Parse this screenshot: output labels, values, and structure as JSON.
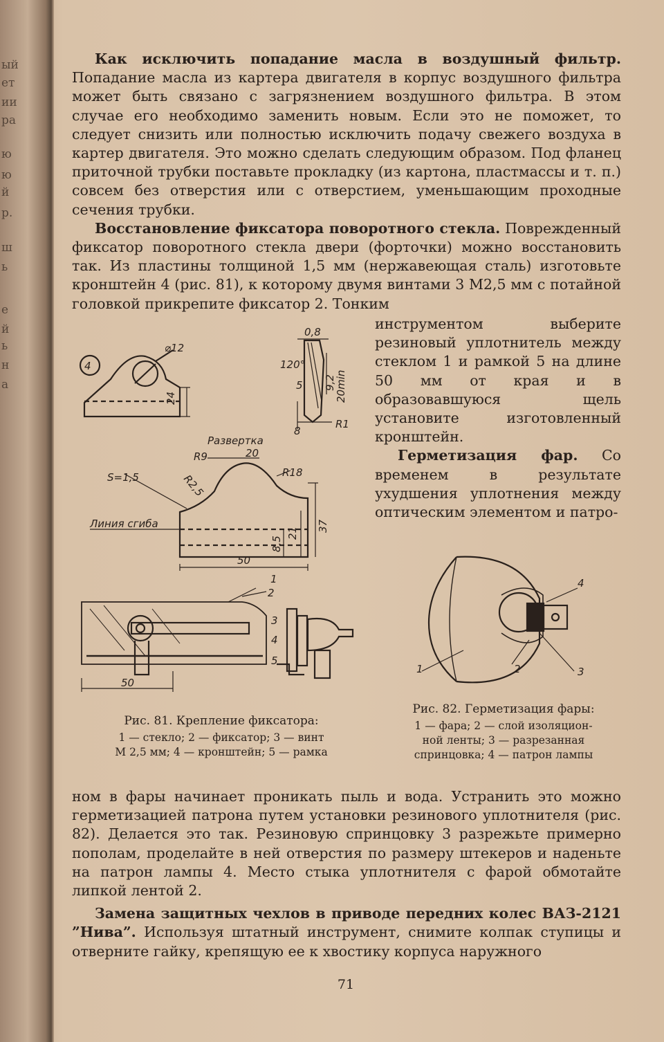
{
  "spine_fragments": [
    "ый",
    "ет",
    "ии",
    "ра",
    "ю",
    "ю",
    "й",
    "р.",
    "ш",
    "ь",
    "е",
    "й",
    "ь",
    "н",
    "а"
  ],
  "paragraphs_top": [
    {
      "bold": "Как исключить попадание масла в воздушный фильтр.",
      "text": " Попадание масла из картера двигателя в корпус воздушного фильтра может быть связано с загрязнением воздушного фильтра. В этом случае его необходимо заменить новым. Если это не поможет, то следует снизить или полностью исключить подачу свежего воздуха в картер двигателя. Это можно сделать следующим образом. Под фланец приточной трубки поставьте прокладку (из картона, пластмассы и т. п.) совсем без отверстия или с отверстием, уменьшающим проходные сечения трубки."
    },
    {
      "bold": "Восстановление фиксатора поворотного стекла.",
      "text": " Поврежденный фиксатор поворотного стекла двери (форточки) можно восстановить так. Из пластины толщиной 1,5 мм (нержавеющая сталь) изготовьте кронштейн 4 (рис. 81), к которому двумя винтами 3 М2,5 мм с потайной головкой прикрепите фиксатор 2. Тонким"
    }
  ],
  "narrow_column": {
    "continuation": "инструментом выберите резиновый уплотнитель между стеклом 1 и рамкой 5 на длине 50 мм от края и в образовавшуюся щель установите изготовленный кронштейн.",
    "heading_bold": "Герметизация фар.",
    "text": " Со временем в результате ухудшения уплотнения между оптическим элементом и патро-"
  },
  "figure81": {
    "labels": {
      "part_number": "4",
      "diameter": "⌀12",
      "height_24": "24",
      "dim_08": "0,8",
      "angle_120": "120°",
      "dim_5": "5",
      "dim_8": "8",
      "r1": "R1",
      "dim_92": "9,2",
      "dim_20": "20min",
      "razvertka": "Развертка",
      "r9": "R9",
      "w20": "20",
      "r25": "R2,5",
      "r18": "R18",
      "s15": "S=1,5",
      "fold_line": "Линия сгиба",
      "h37": "37",
      "h21": "21",
      "h85": "8,5",
      "w50": "50",
      "a1": "1",
      "a2": "2",
      "a3": "3",
      "a4": "4",
      "a5": "5",
      "w50b": "50"
    },
    "caption_title": "Рис. 81. Крепление фиксатора:",
    "caption_lines": [
      "1 — стекло; 2 — фиксатор; 3 — винт",
      "М 2,5 мм; 4 — кронштейн; 5 — рамка"
    ]
  },
  "figure82": {
    "labels": {
      "a1": "1",
      "a2": "2",
      "a3": "3",
      "a4": "4"
    },
    "caption_title": "Рис. 82. Герметизация фары:",
    "caption_lines": [
      "1 — фара; 2 — слой изоляцион-",
      "ной ленты; 3 — разрезанная",
      "спринцовка; 4 — патрон лампы"
    ]
  },
  "paragraphs_bottom": [
    {
      "bold": "",
      "text": "ном в фары начинает проникать пыль и вода. Устранить это можно герметизацией патрона путем установки резинового уплотнителя (рис. 82). Делается это так. Резиновую спринцовку 3 разрежьте примерно пополам, проделайте в ней отверстия по размеру штекеров и наденьте на патрон лампы 4. Место стыка уплотнителя с фарой обмотайте липкой лентой 2."
    },
    {
      "bold": "Замена защитных чехлов в приводе передних колес ВАЗ-2121 ”Нива”.",
      "text": " Используя штатный инструмент, снимите колпак ступицы и отверните гайку, крепящую ее к хвостику корпуса наружного"
    }
  ],
  "page_number": "71"
}
